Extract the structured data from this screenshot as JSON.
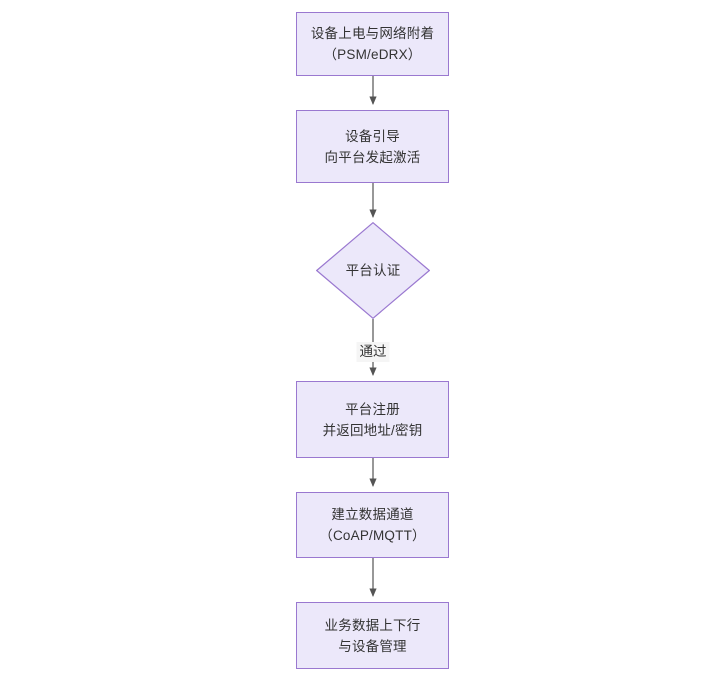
{
  "diagram": {
    "type": "flowchart",
    "orientation": "top-to-bottom",
    "background_color": "#ffffff",
    "node_fill_color": "#ece8fa",
    "node_border_color": "#9a78d0",
    "text_color": "#333333",
    "edge_color": "#545454",
    "nodes": [
      {
        "id": "n1",
        "shape": "rectangle",
        "lines": [
          "设备上电与网络附着",
          "（PSM/eDRX）"
        ]
      },
      {
        "id": "n2",
        "shape": "rectangle",
        "lines": [
          "设备引导",
          "向平台发起激活"
        ]
      },
      {
        "id": "n3",
        "shape": "diamond",
        "lines": [
          "平台认证"
        ]
      },
      {
        "id": "n4",
        "shape": "rectangle",
        "lines": [
          "平台注册",
          "并返回地址/密钥"
        ]
      },
      {
        "id": "n5",
        "shape": "rectangle",
        "lines": [
          "建立数据通道",
          "（CoAP/MQTT）"
        ]
      },
      {
        "id": "n6",
        "shape": "rectangle",
        "lines": [
          "业务数据上下行",
          "与设备管理"
        ]
      }
    ],
    "edges": [
      {
        "from": "n1",
        "to": "n2",
        "label": ""
      },
      {
        "from": "n2",
        "to": "n3",
        "label": ""
      },
      {
        "from": "n3",
        "to": "n4",
        "label": "通过"
      },
      {
        "from": "n4",
        "to": "n5",
        "label": ""
      },
      {
        "from": "n5",
        "to": "n6",
        "label": ""
      }
    ]
  }
}
